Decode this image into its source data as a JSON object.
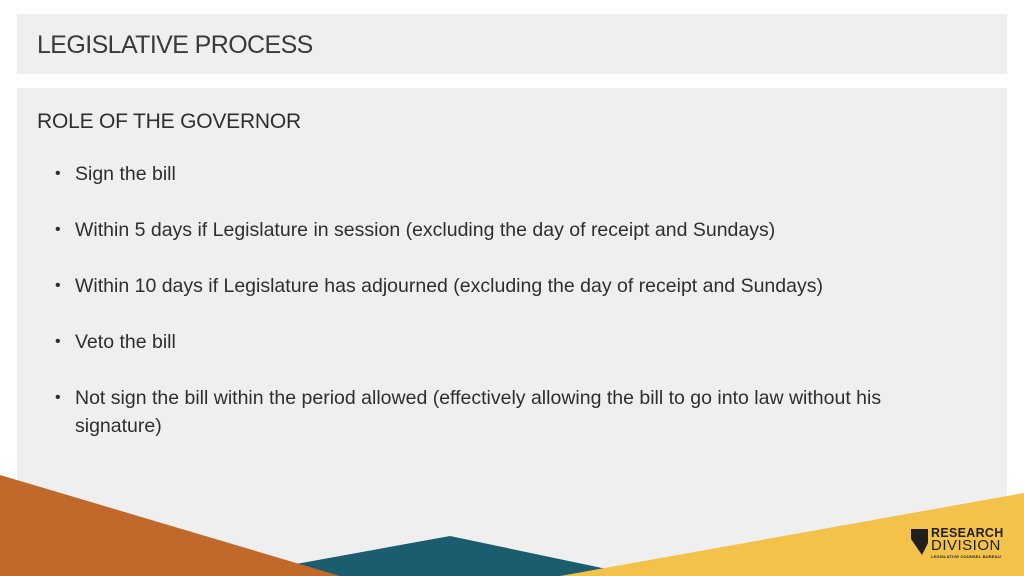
{
  "title": "LEGISLATIVE PROCESS",
  "section_heading": "ROLE OF THE GOVERNOR",
  "bullet_glyph": "•",
  "bullets": [
    "Sign the bill",
    "Within 5 days if Legislature in session (excluding the day of receipt and Sundays)",
    "Within 10 days if Legislature has adjourned (excluding the day of receipt and Sundays)",
    "Veto the bill",
    "Not sign the bill within the period allowed (effectively allowing the bill to go into law without his signature)"
  ],
  "logo": {
    "line1": "RESEARCH",
    "line2": "DIVISION",
    "line3": "LEGISLATIVE COUNSEL BUREAU",
    "icon": "nevada-state-icon"
  },
  "colors": {
    "panel": "#efefef",
    "text": "#2e2e2e",
    "accent_orange": "#c0692a",
    "accent_gold": "#f2c24a",
    "accent_teal": "#1b5d6e"
  }
}
